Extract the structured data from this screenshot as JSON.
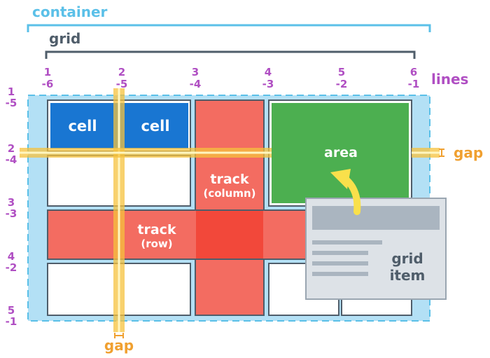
{
  "labels": {
    "container": "container",
    "grid": "grid",
    "lines": "lines",
    "gap_right": "gap",
    "gap_bottom": "gap",
    "cell_1": "cell",
    "cell_2": "cell",
    "area": "area",
    "track_column": "track",
    "track_column_sub": "(column)",
    "track_row": "track",
    "track_row_sub": "(row)",
    "grid_item_1": "grid",
    "grid_item_2": "item"
  },
  "column_lines": [
    {
      "pos": "1",
      "neg": "-6"
    },
    {
      "pos": "2",
      "neg": "-5"
    },
    {
      "pos": "3",
      "neg": "-4"
    },
    {
      "pos": "4",
      "neg": "-3"
    },
    {
      "pos": "5",
      "neg": "-2"
    },
    {
      "pos": "6",
      "neg": "-1"
    }
  ],
  "row_lines": [
    {
      "pos": "1",
      "neg": "-5"
    },
    {
      "pos": "2",
      "neg": "-4"
    },
    {
      "pos": "3",
      "neg": "-3"
    },
    {
      "pos": "4",
      "neg": "-2"
    },
    {
      "pos": "5",
      "neg": "-1"
    }
  ],
  "colors": {
    "container": "#5bc0e8",
    "container_fill": "#b3e0f5",
    "grid": "#4f5d6a",
    "lines_label": "#b04fc3",
    "gap": "#f5c23c",
    "gap_label": "#f0a030",
    "cell": "#1976d2",
    "track": "#f36c61",
    "area": "#4caf50",
    "grid_item": "#dde2e7",
    "arrow": "#f9e04b"
  }
}
